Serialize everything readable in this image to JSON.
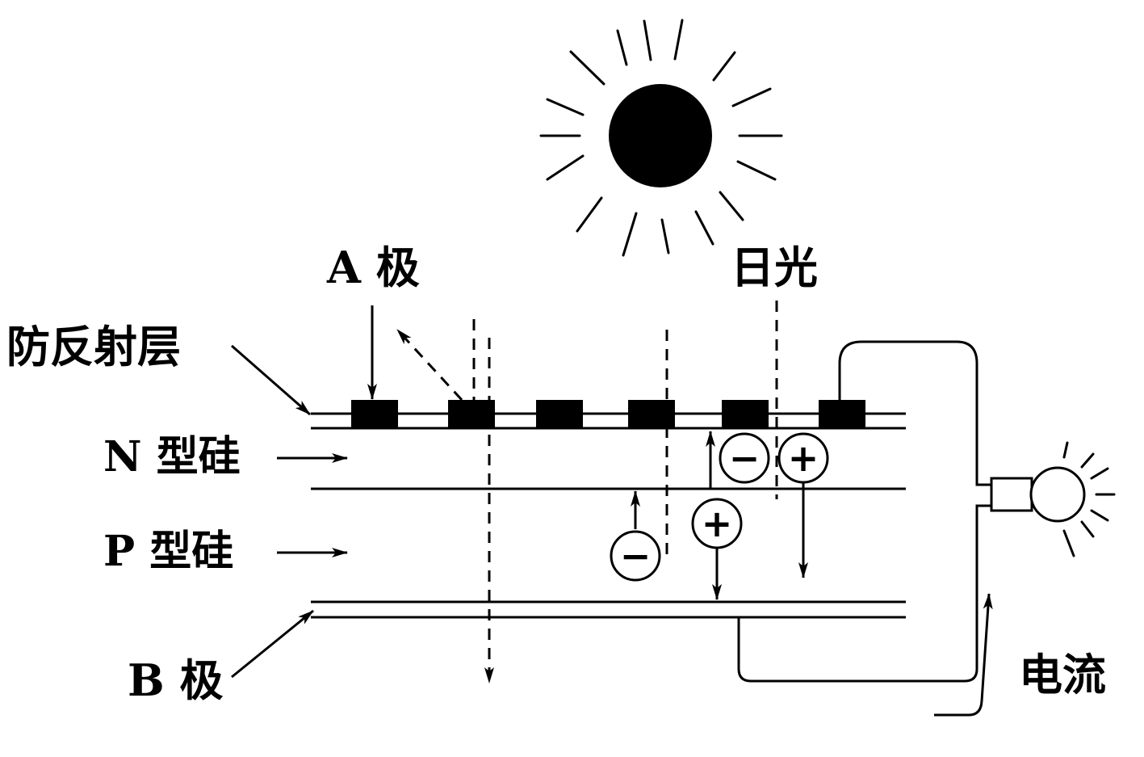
{
  "labels": {
    "a_electrode": "A 极",
    "sunlight": "日光",
    "anti_reflection": "防反射层",
    "n_silicon": "N 型硅",
    "p_silicon": "P 型硅",
    "b_electrode": "B 极",
    "current": "电流"
  },
  "symbols": {
    "minus": "−",
    "plus": "+"
  },
  "colors": {
    "ink": "#000000",
    "paper": "#ffffff"
  },
  "icons": [
    "sun-icon",
    "light-bulb-icon"
  ]
}
